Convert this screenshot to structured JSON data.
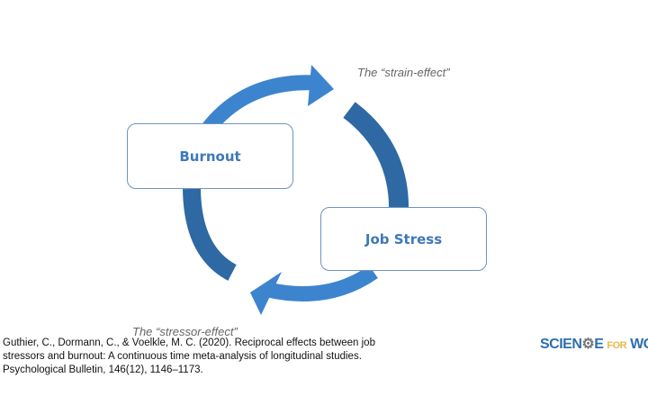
{
  "diagram": {
    "nodes": {
      "burnout": "Burnout",
      "job_stress": "Job Stress"
    },
    "labels": {
      "strain": "The “strain-effect”",
      "stressor": "The “stressor-effect”"
    },
    "colors": {
      "light_arrow": "#3d84cf",
      "dark_arrow": "#2e69a3",
      "box_border": "#6f93c2",
      "node_text": "#3f78b8"
    }
  },
  "citation": "Guthier, C., Dormann, C., & Voelkle, M. C. (2020). Reciprocal effects between job stressors and burnout: A continuous time meta-analysis of longitudinal studies. Psychological Bulletin, 146(12), 1146–1173.",
  "logo": {
    "part1": "SCIEN",
    "part2": "E",
    "part3": "FOR",
    "part4": "WO"
  }
}
